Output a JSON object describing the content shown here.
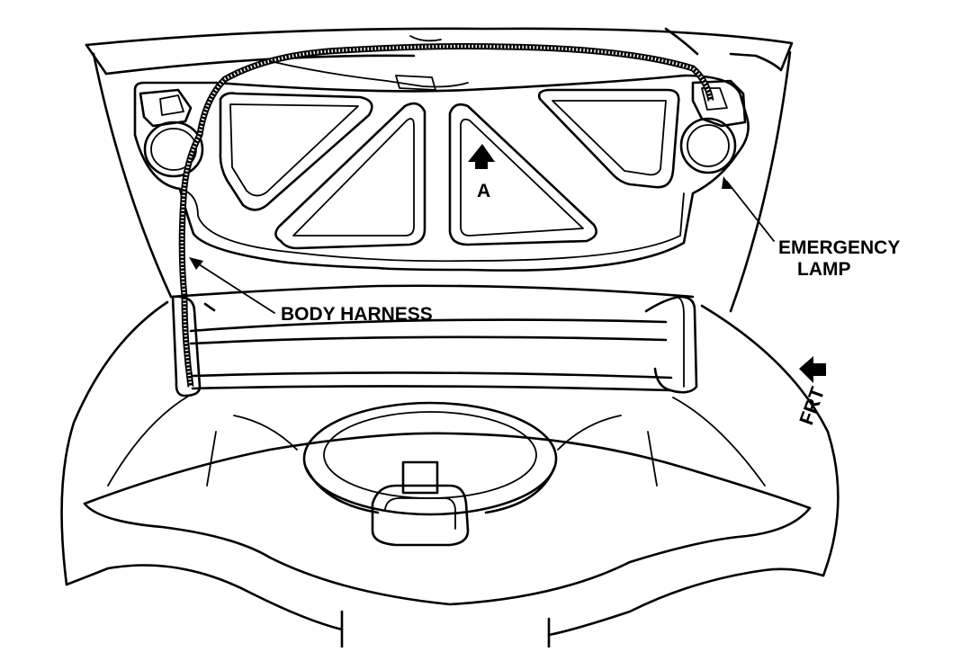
{
  "labels": {
    "emergency_lamp_line1": "EMERGENCY",
    "emergency_lamp_line2": "LAMP",
    "body_harness": "BODY HARNESS",
    "view_marker": "A",
    "front_marker": "FRT"
  }
}
